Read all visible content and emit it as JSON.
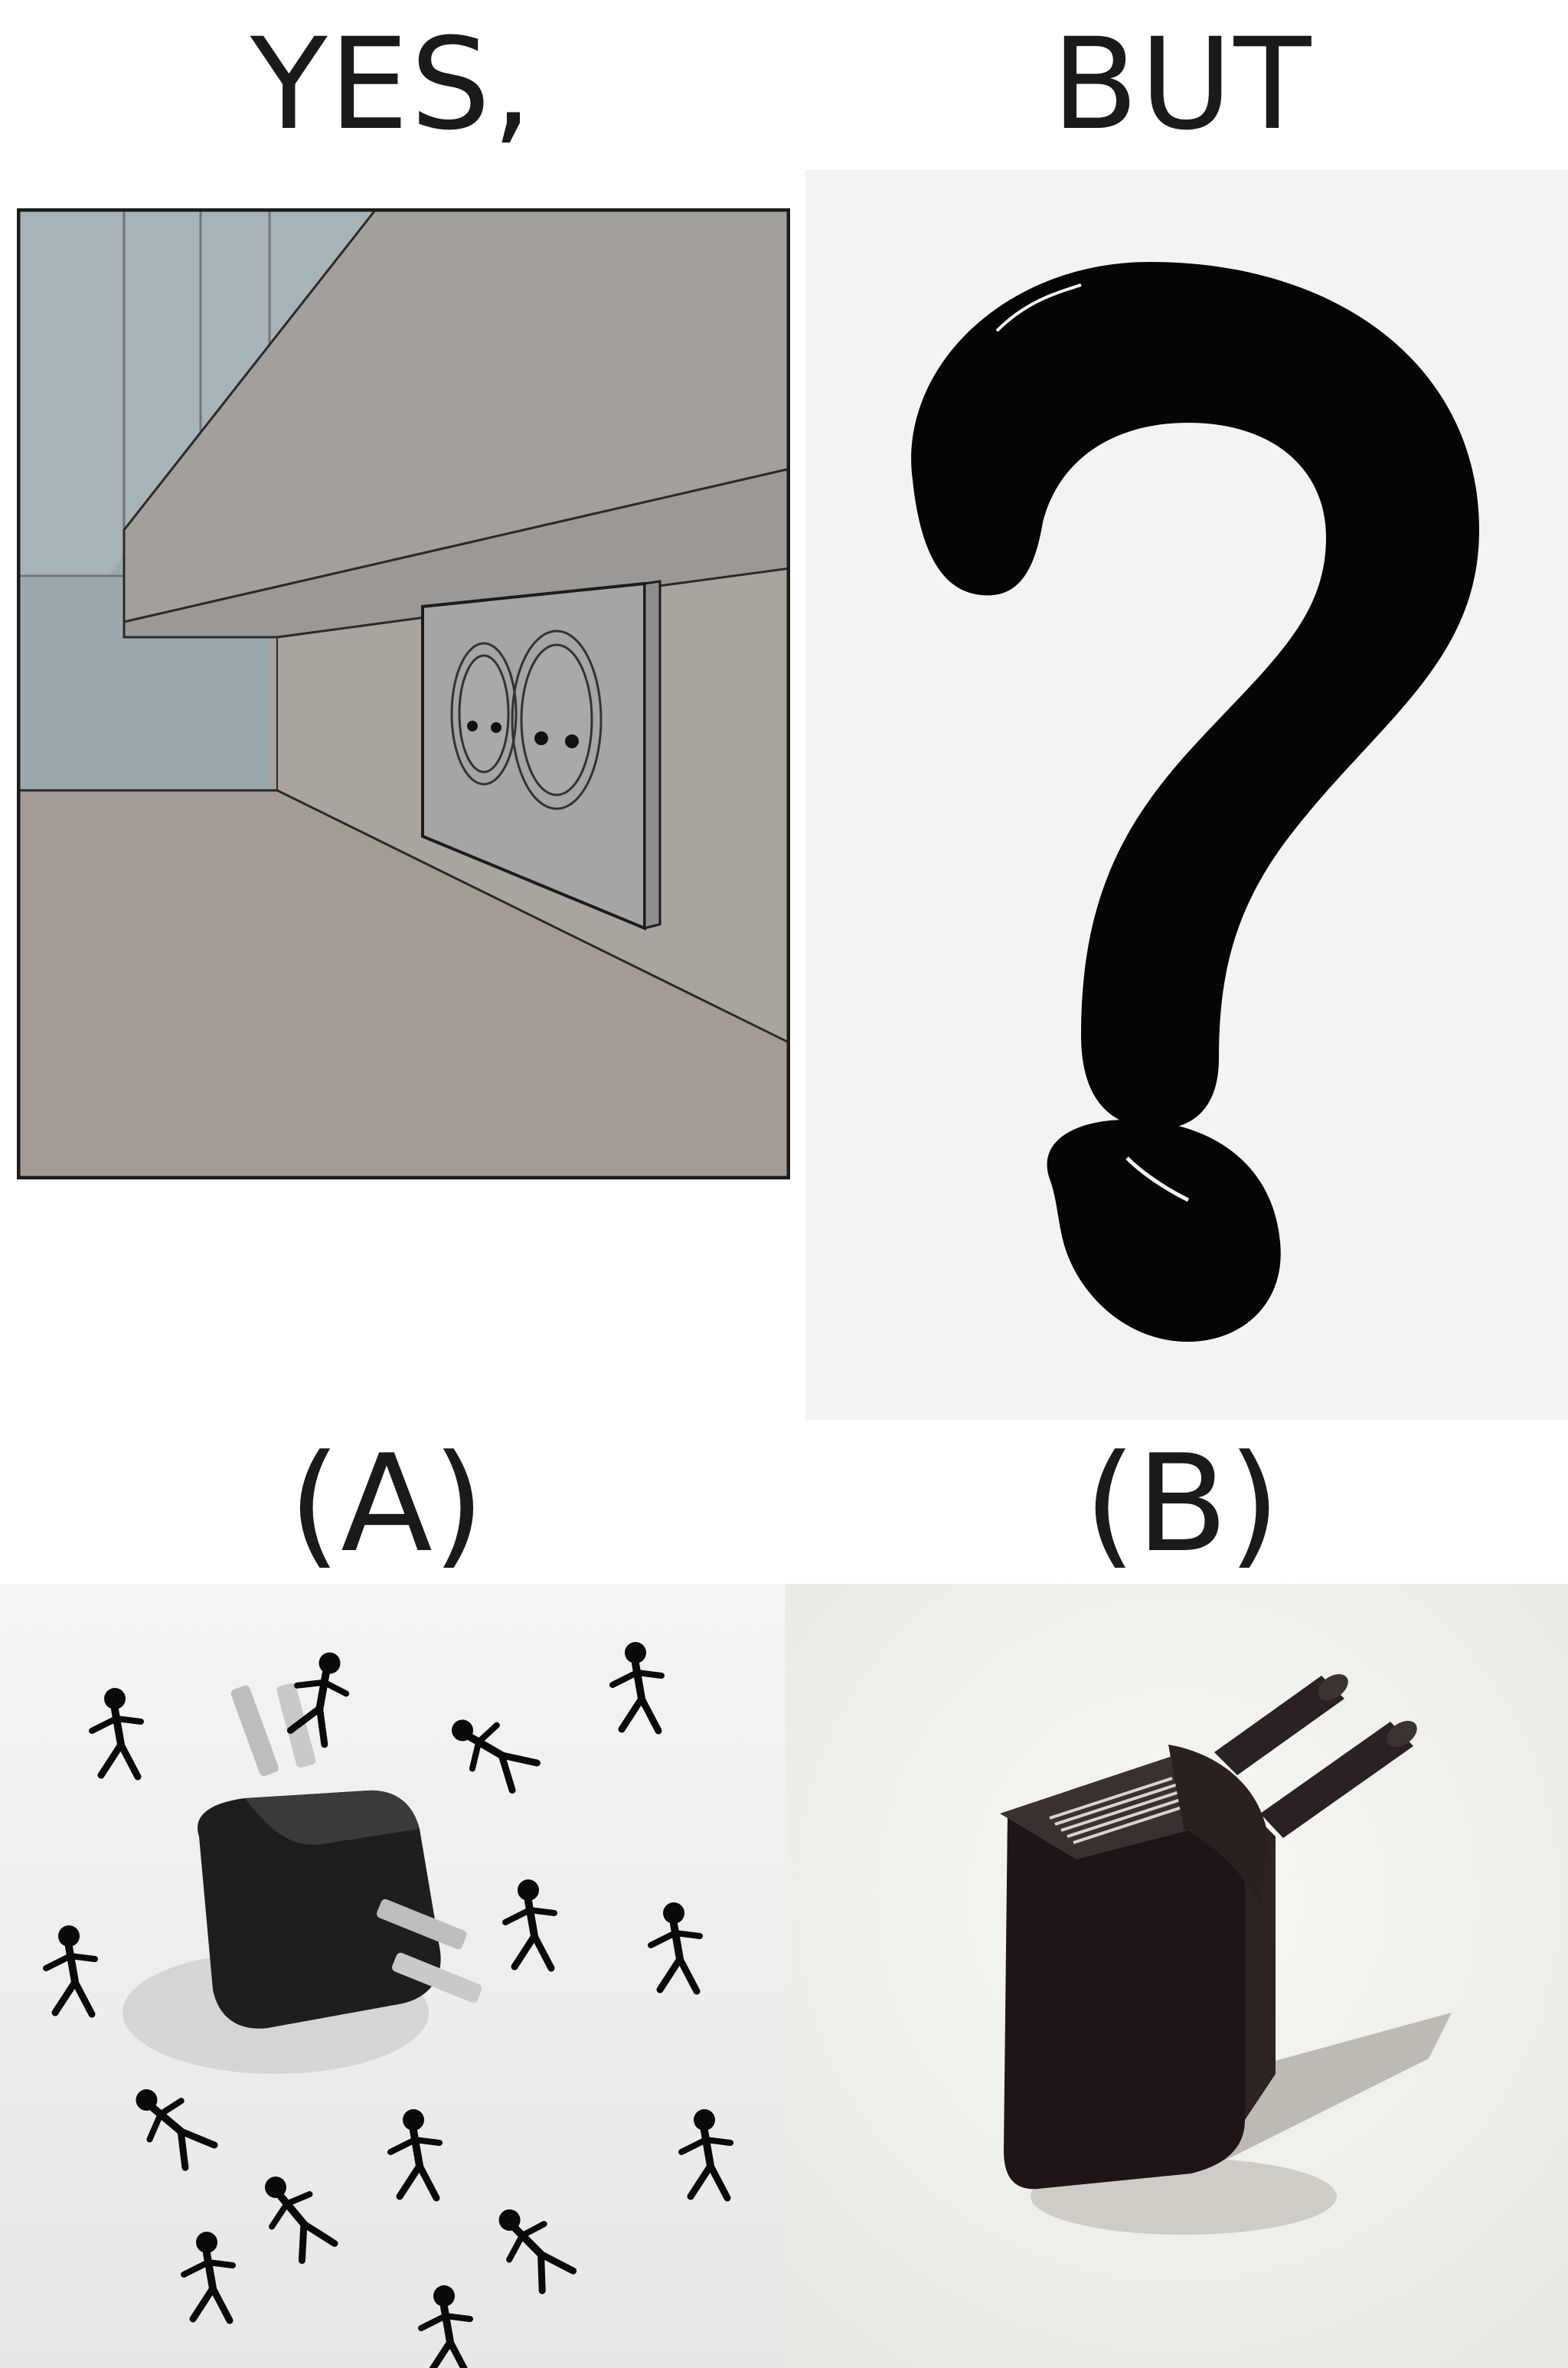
{
  "headings": {
    "yes": "YES,",
    "but": "BUT",
    "option_a": "(A)",
    "option_b": "(B)"
  },
  "colors": {
    "panel_border": "#1c1c1c",
    "wall": "#a9a49e",
    "ceiling_slab": "#a3a09b",
    "floor": "#a39c94",
    "window_blue": "#9aaab0",
    "ink_black": "#050505",
    "off_white": "#f3f3f3"
  },
  "icons": {
    "yes_panel": "wall-outlet-illustration",
    "but_panel": "question-mark-icon",
    "option_a": "plug-with-stick-figures-illustration",
    "option_b": "european-plug-adapter-illustration"
  }
}
